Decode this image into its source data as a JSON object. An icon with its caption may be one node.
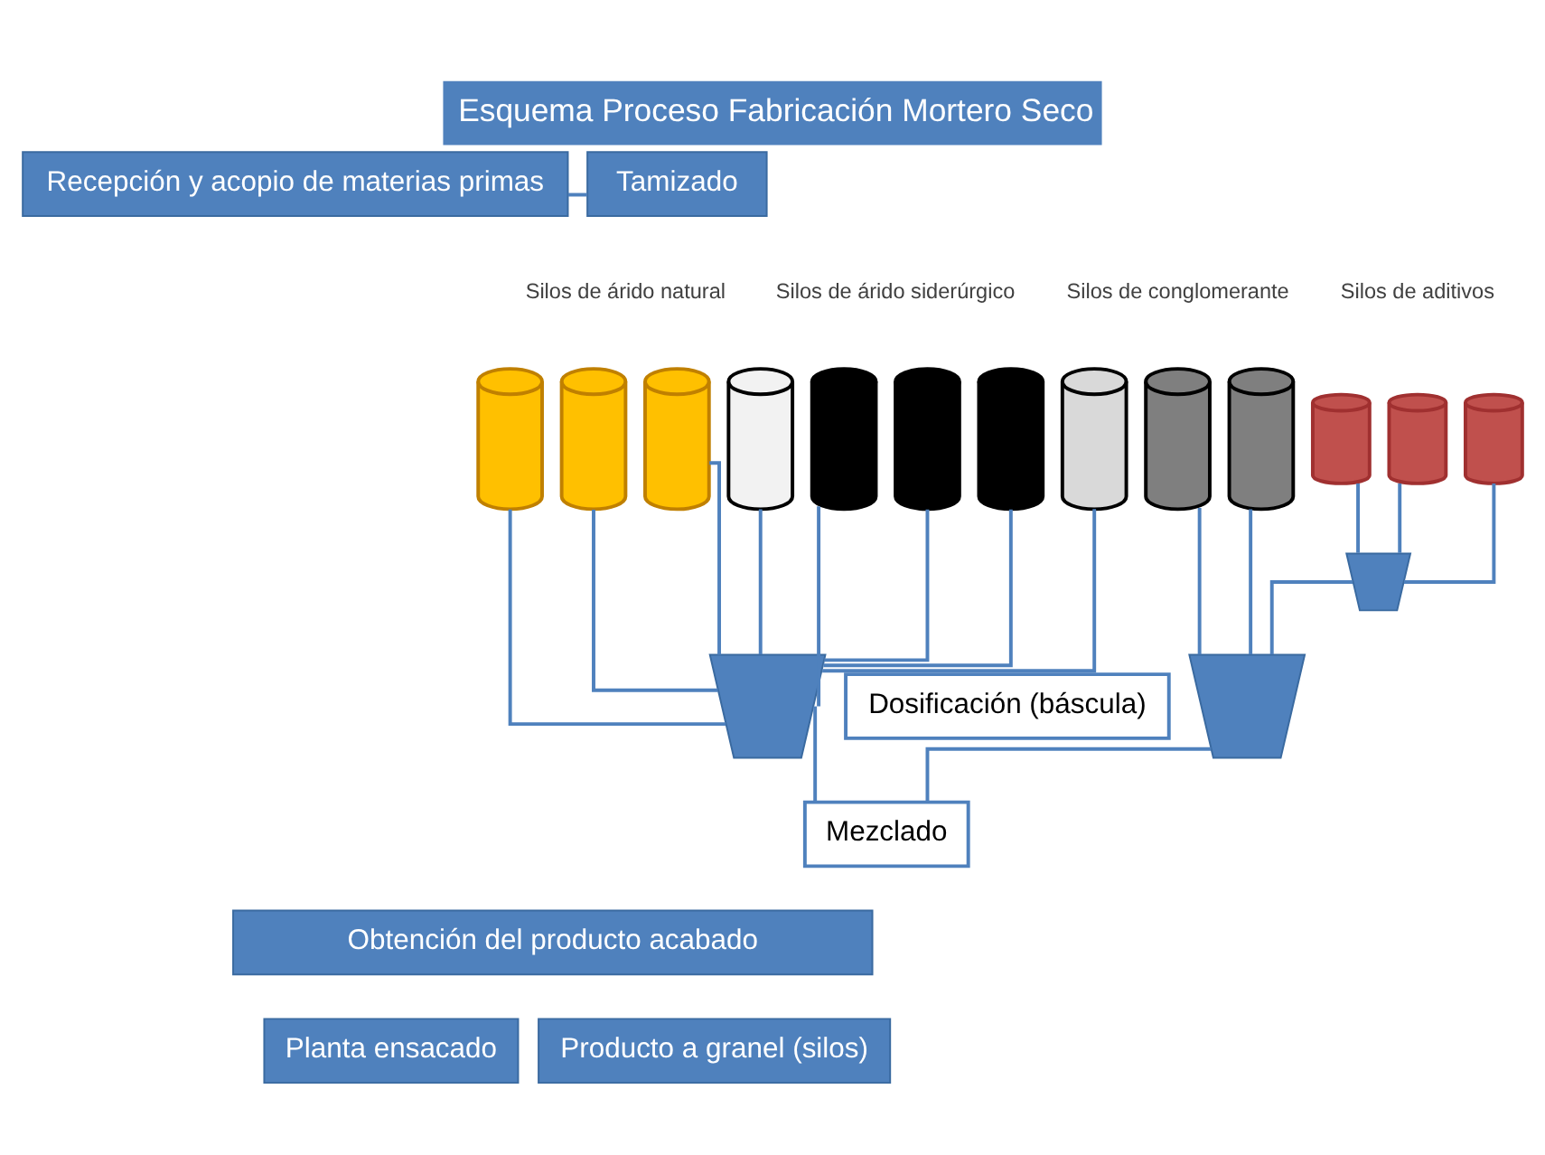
{
  "diagram": {
    "title": "Esquema Proceso Fabricación Mortero Seco",
    "nodes": [
      {
        "text": [
          "Recepción y acopio de materias primas"
        ]
      },
      {
        "text": [
          "Tamizado"
        ]
      },
      {
        "text": [],
        "shape": "cylinder"
      },
      {
        "text": [],
        "shape": "cylinder"
      },
      {
        "text": [],
        "shape": "cylinder"
      },
      {
        "text": [],
        "shape": "cylinder"
      },
      {
        "text": [],
        "shape": "cylinder"
      },
      {
        "text": [],
        "shape": "cylinder"
      },
      {
        "text": [],
        "shape": "cylinder"
      },
      {
        "text": [],
        "shape": "cylinder"
      },
      {
        "text": [],
        "shape": "cylinder"
      },
      {
        "text": [],
        "shape": "cylinder"
      },
      {
        "text": [],
        "shape": "cylinder"
      },
      {
        "text": [],
        "shape": "cylinder"
      },
      {
        "text": [],
        "shape": "cylinder"
      },
      {
        "text": [],
        "shape": "trapezium"
      },
      {
        "text": [],
        "shape": "trapezium"
      },
      {
        "text": [
          "Dosificación (báscula)"
        ]
      },
      {
        "text": [],
        "shape": "trapezium"
      },
      {
        "text": [
          "Mezclado"
        ]
      },
      {
        "text": [
          "Obtención del producto acabado"
        ]
      },
      {
        "text": [
          "Planta ensacado"
        ]
      },
      {
        "text": [
          "Producto a granel (silos)"
        ]
      }
    ],
    "edges": [
      {
        "from": 0,
        "to": 1,
        "arrow": "none"
      },
      {
        "from": 2,
        "to": 16,
        "arrow": "none"
      },
      {
        "from": 3,
        "to": 16,
        "arrow": "none"
      },
      {
        "from": 4,
        "to": 16,
        "arrow": "none"
      },
      {
        "from": 5,
        "to": 16,
        "arrow": "none"
      },
      {
        "from": 6,
        "to": 16,
        "arrow": "none"
      },
      {
        "from": 7,
        "to": 16,
        "arrow": "none"
      },
      {
        "from": 8,
        "to": 16,
        "arrow": "none"
      },
      {
        "from": 9,
        "to": 16,
        "arrow": "none"
      },
      {
        "from": 12,
        "to": 15,
        "arrow": "none"
      },
      {
        "from": 13,
        "to": 15,
        "arrow": "none"
      },
      {
        "from": 14,
        "to": 15,
        "arrow": "none"
      },
      {
        "from": 10,
        "to": 18,
        "arrow": "none"
      },
      {
        "from": 11,
        "to": 18,
        "arrow": "none"
      },
      {
        "from": 15,
        "to": 18,
        "arrow": "none"
      },
      {
        "from": 16,
        "to": 19,
        "arrow": "none"
      },
      {
        "from": 18,
        "to": 19,
        "arrow": "none"
      }
    ],
    "labels": [
      "Silos de árido natural",
      "Silos de árido siderúrgico",
      "Silos de conglomerante",
      "Silos de aditivos"
    ]
  }
}
